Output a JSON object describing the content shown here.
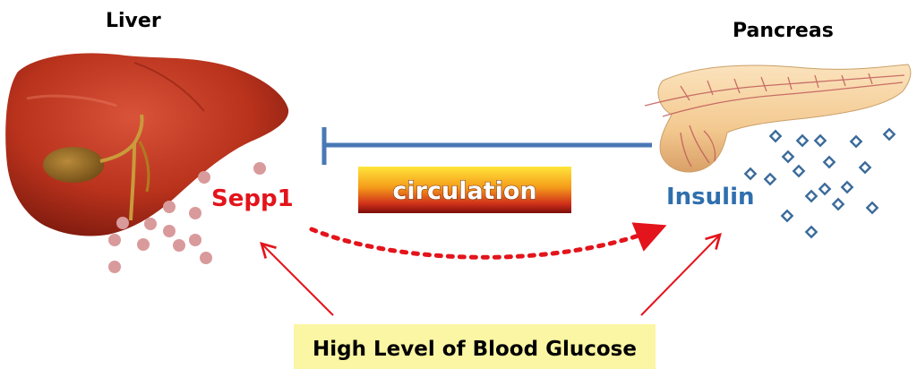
{
  "labels": {
    "liver": "Liver",
    "pancreas": "Pancreas",
    "sepp1": "Sepp1",
    "insulin": "Insulin",
    "circulation": "circulation",
    "glucose": "High Level of Blood Glucose"
  },
  "colors": {
    "sepp1_text": "#e3141b",
    "insulin_text": "#2f6fae",
    "inhibition_line": "#4a78b5",
    "arrow_red": "#e3141b",
    "sepp1_particle": "#d99a9c",
    "insulin_particle": "#3a6a9a",
    "glucose_box": "#fbf6a3",
    "liver_main": "#b8321c",
    "pancreas_main": "#f3c990"
  },
  "icons": {
    "liver": "liver-illustration",
    "pancreas": "pancreas-illustration"
  }
}
